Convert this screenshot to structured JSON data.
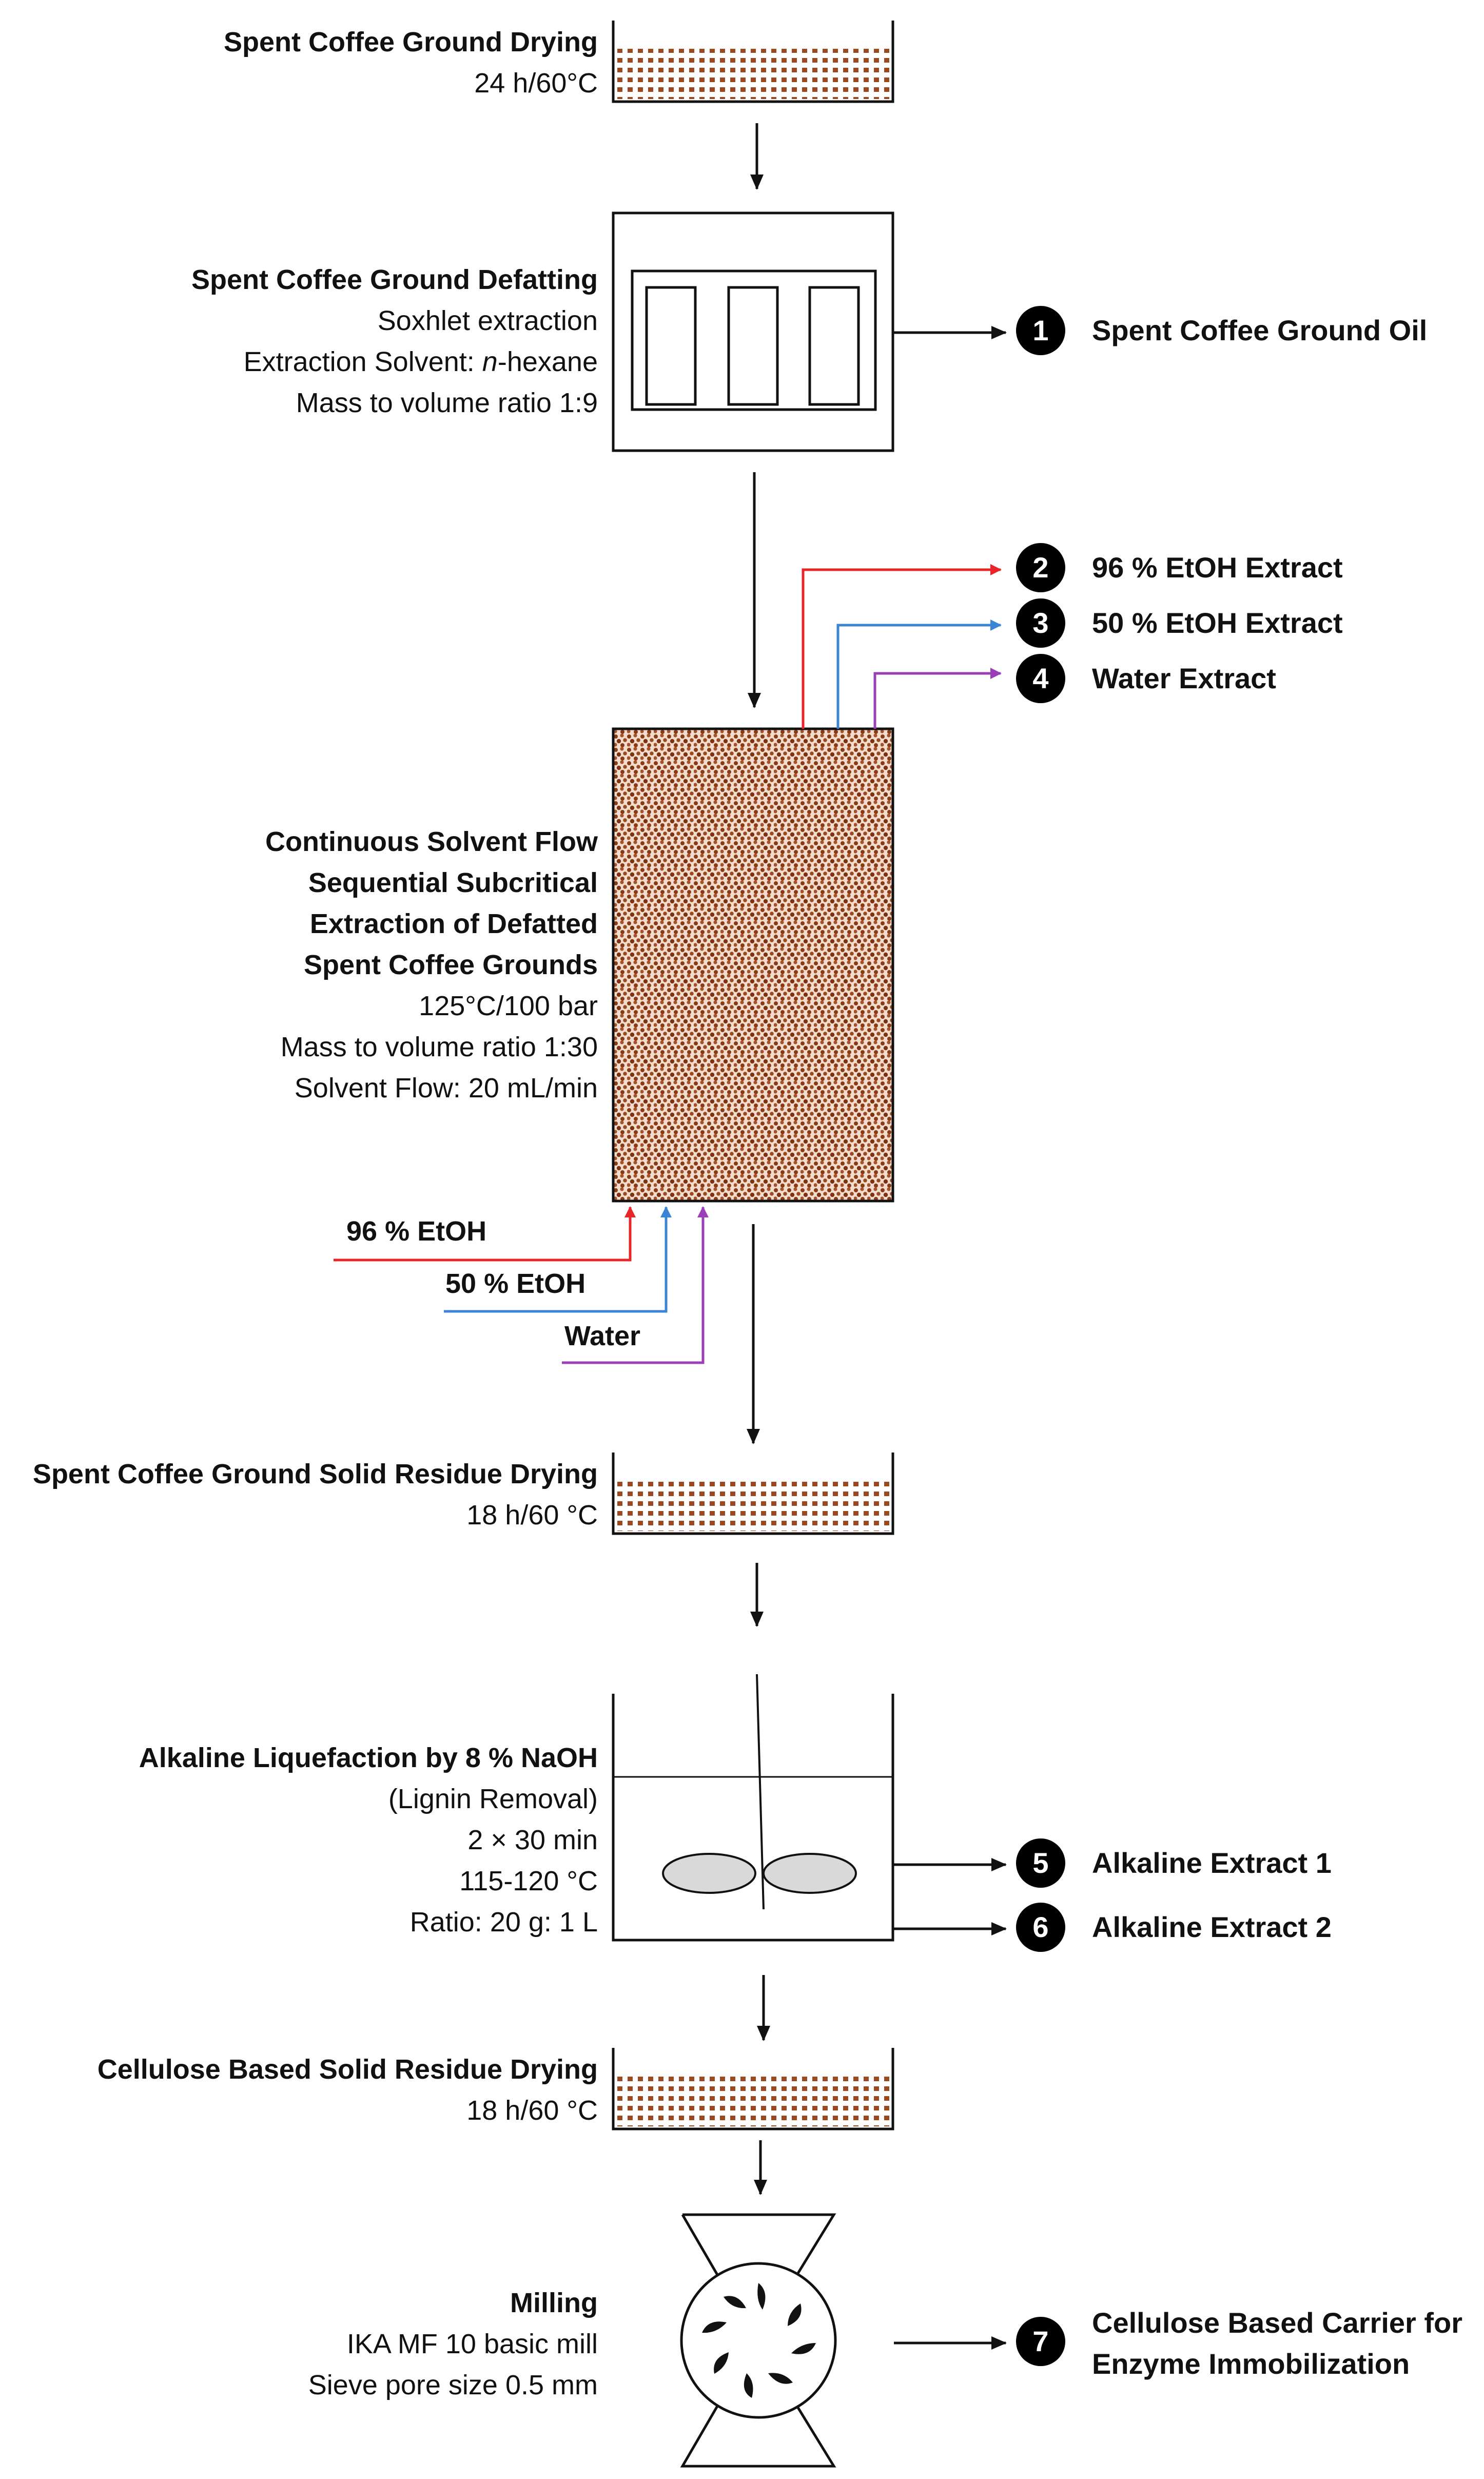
{
  "steps": {
    "drying1": {
      "title": "Spent Coffee Ground Drying",
      "detail": "24 h/60°C"
    },
    "defatting": {
      "title": "Spent Coffee Ground Defatting",
      "method": "Soxhlet extraction",
      "solvent_prefix": "Extraction Solvent: ",
      "solvent_name": "n",
      "solvent_suffix": "-hexane",
      "ratio": "Mass to volume ratio 1:9"
    },
    "extraction": {
      "title_lines": [
        "Continuous Solvent Flow",
        "Sequential Subcritical",
        "Extraction of Defatted",
        "Spent Coffee Grounds"
      ],
      "conditions": "125°C/100 bar",
      "ratio": "Mass to volume ratio 1:30",
      "flow": "Solvent Flow: 20 mL/min"
    },
    "drying2": {
      "title": "Spent Coffee Ground Solid Residue Drying",
      "detail": "18 h/60 °C"
    },
    "liquefaction": {
      "title": "Alkaline Liquefaction by 8 % NaOH",
      "lines": [
        "(Lignin Removal)",
        "2 × 30 min",
        "115-120 °C",
        "Ratio: 20 g: 1 L"
      ]
    },
    "drying3": {
      "title": "Cellulose Based Solid Residue Drying",
      "detail": "18 h/60 °C"
    },
    "milling": {
      "title": "Milling",
      "lines": [
        "IKA MF 10 basic mill",
        "Sieve pore size 0.5 mm"
      ]
    }
  },
  "inputs": [
    {
      "label": "96 % EtOH",
      "color": "#e8262a"
    },
    {
      "label": "50 % EtOH",
      "color": "#3a86d4"
    },
    {
      "label": "Water",
      "color": "#9b3fb8"
    }
  ],
  "outputs": [
    {
      "num": "1",
      "lines": [
        "Spent Coffee Ground Oil"
      ]
    },
    {
      "num": "2",
      "lines": [
        "96 % EtOH Extract"
      ],
      "color": "#e8262a"
    },
    {
      "num": "3",
      "lines": [
        "50 % EtOH Extract"
      ],
      "color": "#3a86d4"
    },
    {
      "num": "4",
      "lines": [
        "Water Extract"
      ],
      "color": "#9b3fb8"
    },
    {
      "num": "5",
      "lines": [
        "Alkaline Extract 1"
      ]
    },
    {
      "num": "6",
      "lines": [
        "Alkaline Extract 2"
      ]
    },
    {
      "num": "7",
      "lines": [
        "Cellulose Based Carrier for",
        "Enzyme Immobilization"
      ]
    }
  ],
  "colors": {
    "particle": "#9a4a1e",
    "stroke": "#111111",
    "paddle_fill": "#d9d9d9"
  }
}
